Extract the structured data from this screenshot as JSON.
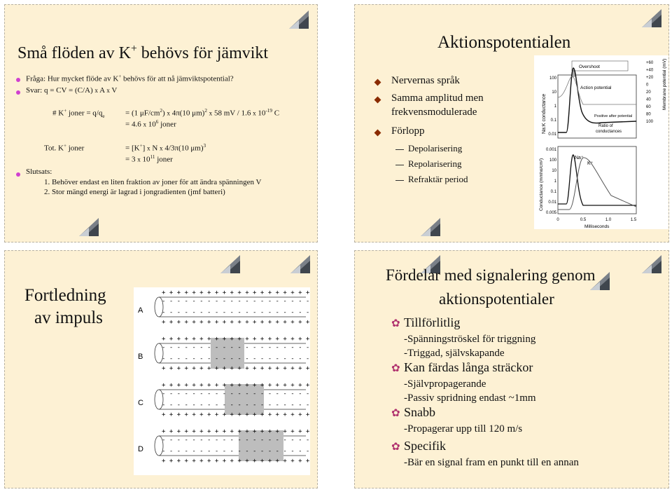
{
  "slide1": {
    "title": "Små flöden av K+ behövs för jämvikt",
    "q_line": "Fråga: Hur mycket flöde av K+ behövs för att nå jämviktspotential?",
    "svar_line": "Svar: q = CV = (C/A) x A x V",
    "eq1_lhs": "# K+ joner = q/qe",
    "eq1_rhs": "= (1 μF/cm2) x 4π(10 μm)2 x 58 mV / 1.6 x 10-19 C",
    "eq2": "= 4.6 x 106 joner",
    "tot_lhs": "Tot. K+ joner",
    "tot_rhs": "= [K+] x N x 4/3π(10 μm)3",
    "tot2": "= 3 x 1011 joner",
    "slutsats": "Slutsats:",
    "c1": "1. Behöver endast en liten fraktion av joner för att ändra spänningen V",
    "c2": "2. Stor mängd energi är lagrad i jongradienten (jmf batteri)"
  },
  "slide2": {
    "title": "Aktionspotentialen",
    "b1": "Nervernas språk",
    "b2a": "Samma amplitud men",
    "b2b": "frekvensmodulerade",
    "b3": "Förlopp",
    "s1": "Depolarisering",
    "s2": "Repolarisering",
    "s3": "Refraktär period",
    "fig": {
      "overshoot": "Overshoot",
      "action_potential": "Action potential",
      "positive_after": "Positive after potential",
      "ratio1": "Ratio of",
      "ratio2": "conductances",
      "ratio_axis": "Na:K conductance",
      "cond_axis": "Conductance (mmho/cm²)",
      "mp_axis": "Membrane potential (mV)",
      "na": "Na⁺",
      "k": "K⁺",
      "x_label": "Milliseconds",
      "x_ticks": [
        "0",
        "0.5",
        "1.0",
        "1.5"
      ],
      "ratio_ticks": [
        "100",
        "10",
        "1",
        "0.1",
        "0.01"
      ],
      "cond_ticks": [
        "0.001",
        "100",
        "10",
        "1",
        "0.1",
        "0.01",
        "0.005"
      ],
      "mv_ticks": [
        "+60",
        "+40",
        "+20",
        "0",
        "20",
        "40",
        "60",
        "80",
        "100"
      ]
    }
  },
  "slide3": {
    "title1": "Fortledning",
    "title2": "av impuls",
    "labels": [
      "A",
      "B",
      "C",
      "D"
    ]
  },
  "slide4": {
    "title1": "Fördelar med signalering genom",
    "title2": "aktionspotentialer",
    "items": [
      {
        "head": "Tillförlitlig",
        "subs": [
          "-Spänningströskel för triggning",
          "-Triggad, självskapande"
        ]
      },
      {
        "head": "Kan färdas långa sträckor",
        "subs": [
          "-Självpropagerande",
          "-Passiv spridning endast ~1mm"
        ]
      },
      {
        "head": "Snabb",
        "subs": [
          "-Propagerar upp till 120 m/s"
        ]
      },
      {
        "head": "Specifik",
        "subs": [
          "-Bär en signal fram en punkt till en annan"
        ]
      }
    ]
  }
}
